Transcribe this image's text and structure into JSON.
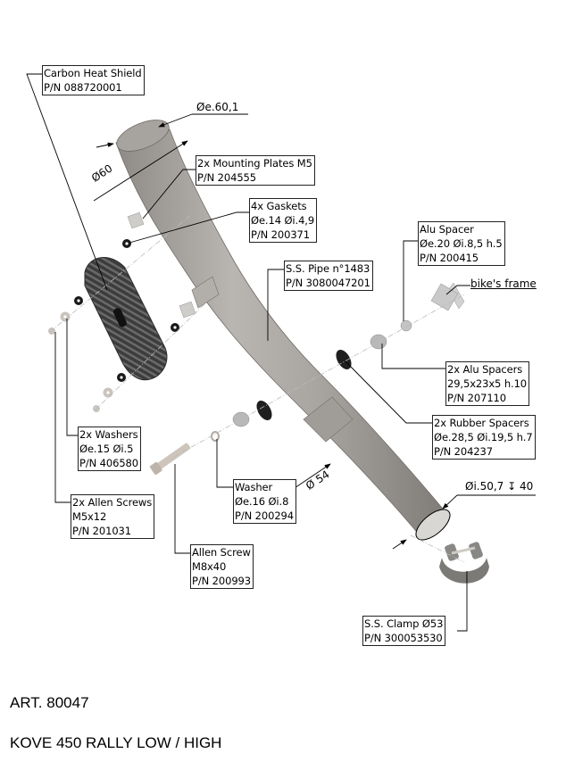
{
  "diagram": {
    "title": "Exploded parts diagram",
    "callouts": {
      "carbon_heat_shield": {
        "name": "Carbon Heat Shield",
        "pn": "P/N 088720001"
      },
      "mounting_plates": {
        "name": "2x Mounting Plates M5",
        "pn": "P/N 204555"
      },
      "gaskets": {
        "name": "4x Gaskets",
        "spec": "Øe.14 Øi.4,9",
        "pn": "P/N 200371"
      },
      "ss_pipe": {
        "name": "S.S. Pipe n°1483",
        "pn": "P/N 3080047201"
      },
      "alu_spacer": {
        "name": "Alu Spacer",
        "spec": "Øe.20 Øi.8,5 h.5",
        "pn": "P/N 200415"
      },
      "alu_spacers_2x": {
        "name": "2x Alu Spacers",
        "spec": "29,5x23x5 h.10",
        "pn": "P/N 207110"
      },
      "rubber_spacers": {
        "name": "2x Rubber Spacers",
        "spec": "Øe.28,5 Øi.19,5 h.7",
        "pn": "P/N 204237"
      },
      "washers_2x": {
        "name": "2x Washers",
        "spec": "Øe.15 Øi.5",
        "pn": "P/N 406580"
      },
      "allen_screws_2x": {
        "name": "2x Allen Screws",
        "spec": "M5x12",
        "pn": "P/N 201031"
      },
      "washer": {
        "name": "Washer",
        "spec": "Øe.16 Øi.8",
        "pn": "P/N 200294"
      },
      "allen_screw": {
        "name": "Allen Screw",
        "spec": "M8x40",
        "pn": "P/N 200993"
      },
      "ss_clamp": {
        "name": "S.S. Clamp Ø53",
        "pn": "P/N 300053530"
      }
    },
    "dimensions": {
      "outlet_outer": "Øe.60,1",
      "inlet_diameter": "Ø60",
      "pipe_diameter": "Ø 54",
      "end_inner": "Øi.50,7 ↧ 40",
      "frame_note": "bike's frame"
    }
  },
  "footer": {
    "article": "ART. 80047",
    "model": "KOVE 450 RALLY LOW / HIGH"
  }
}
